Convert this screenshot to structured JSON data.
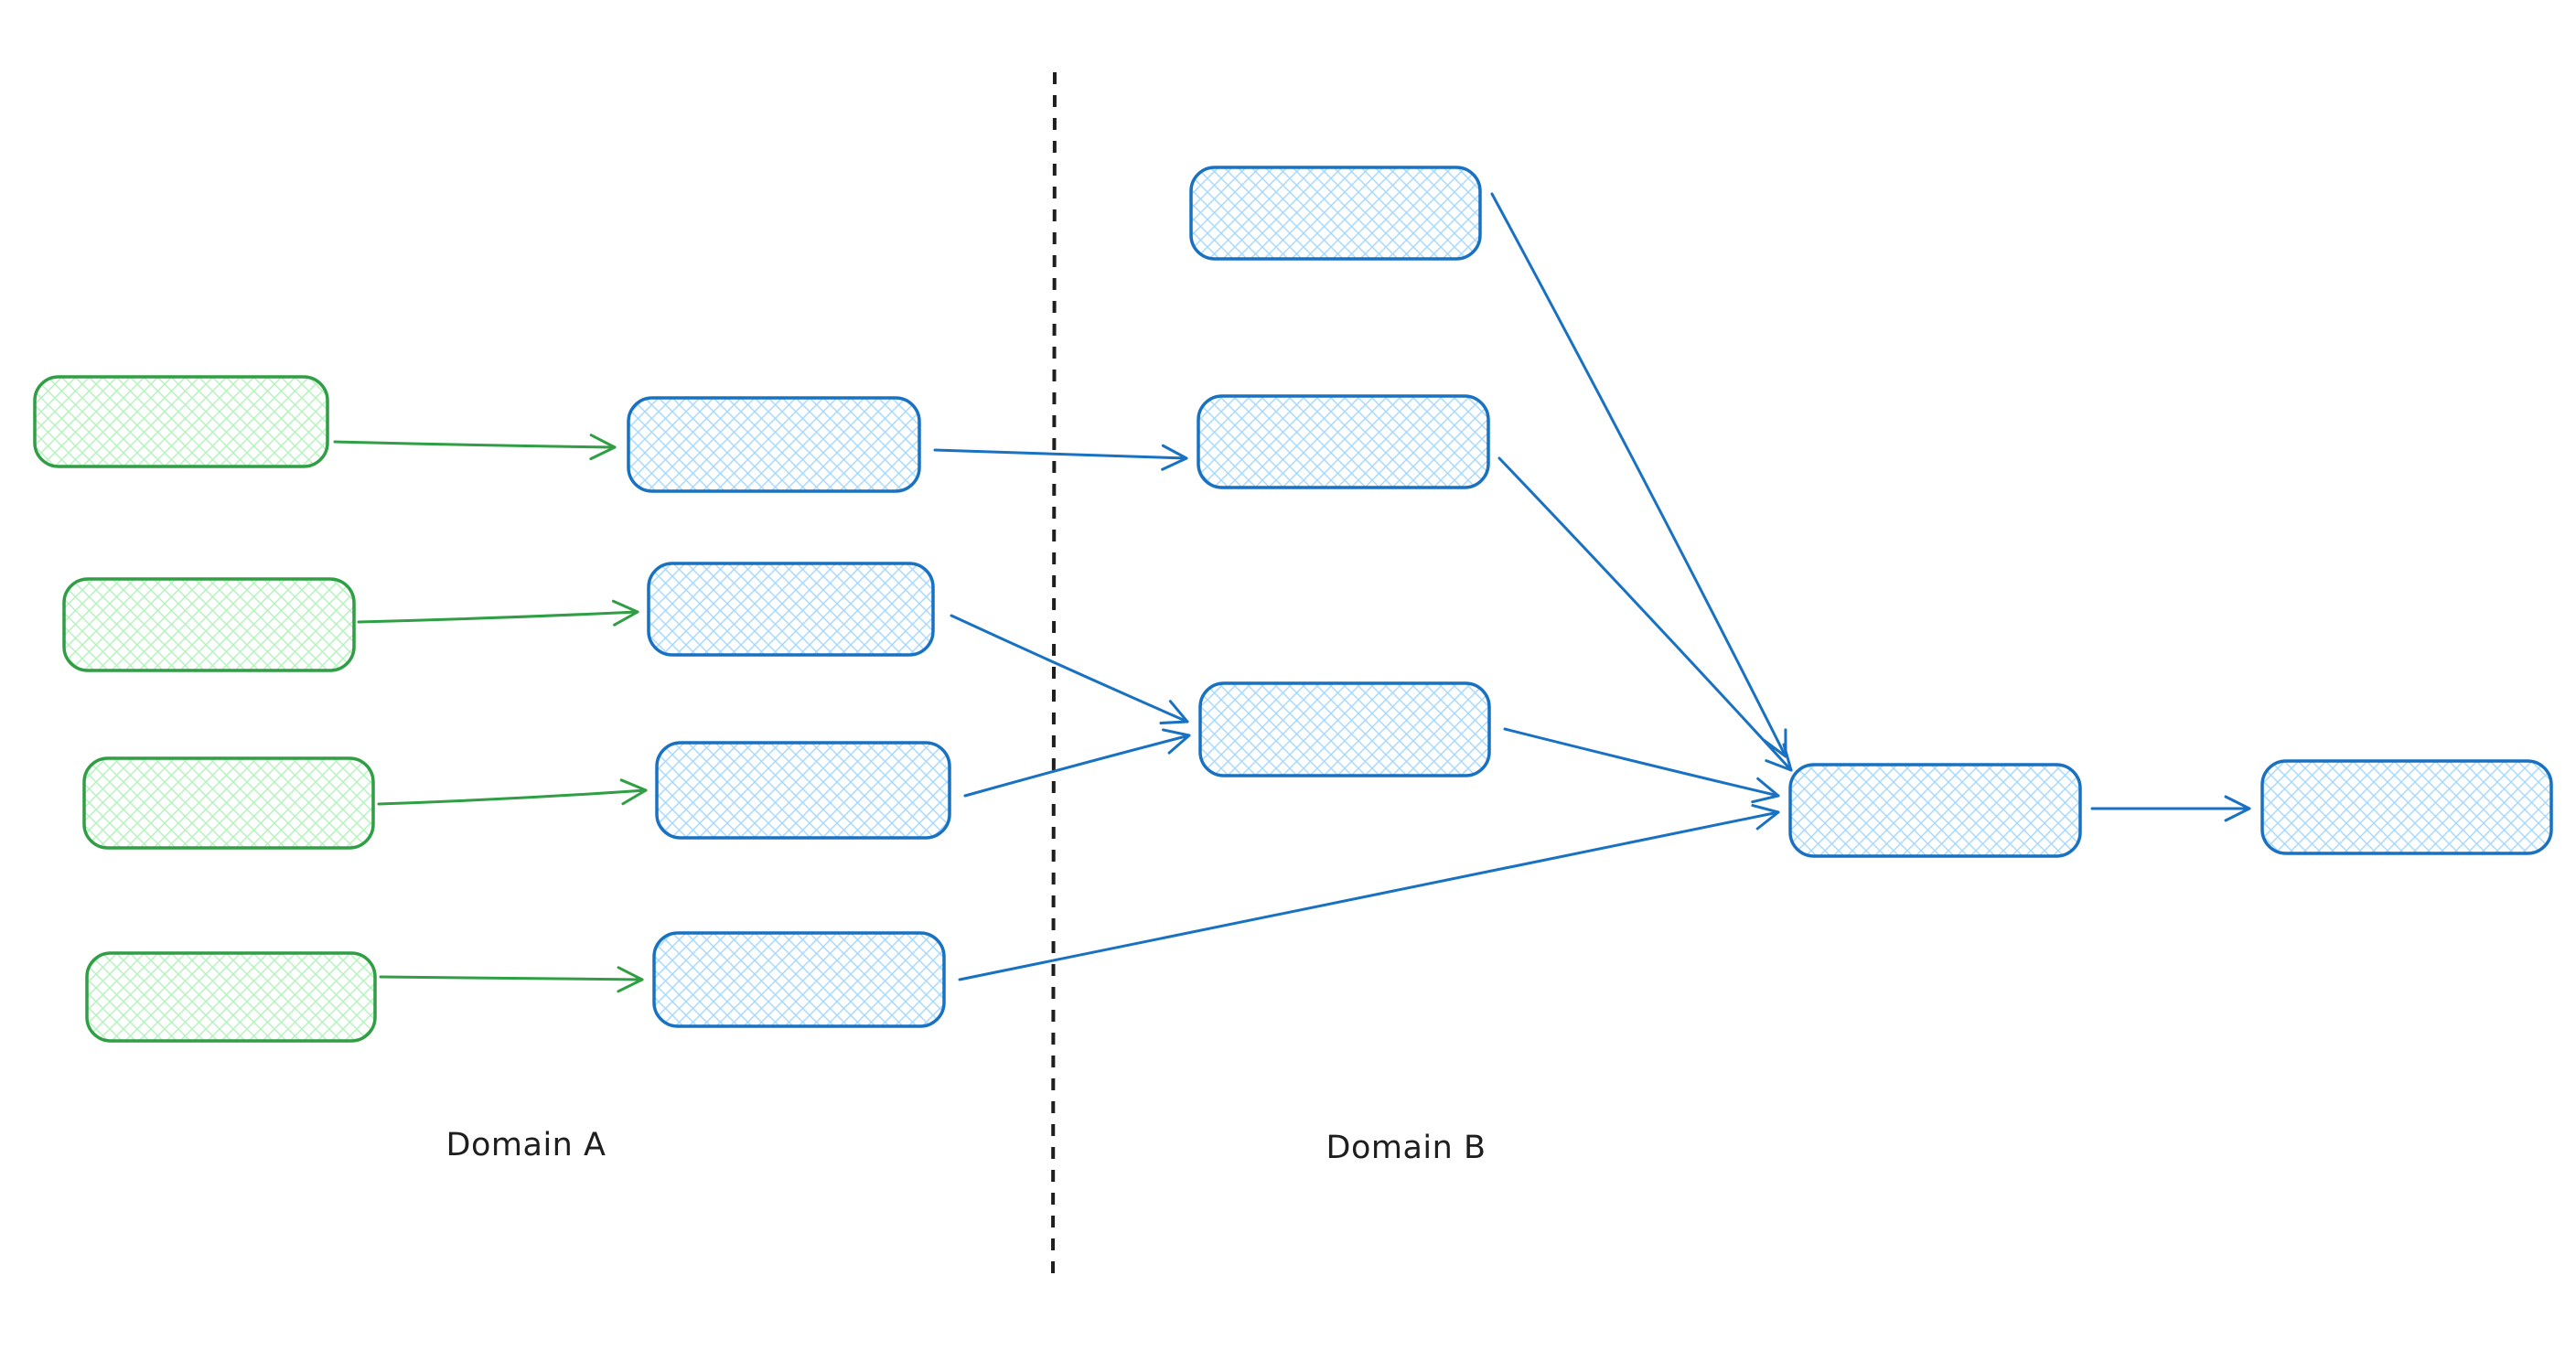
{
  "labels": {
    "domain_a": "Domain A",
    "domain_b": "Domain B"
  },
  "colors": {
    "green-stroke": "#2f9e44",
    "green-fill": "#b2f2bb",
    "blue-stroke": "#1971c2",
    "blue-fill": "#a5d8ff",
    "ink": "#1e1e1e",
    "background": "#ffffff"
  },
  "diagram": {
    "divider": {
      "style": "dashed-vertical",
      "separates": [
        "Domain A",
        "Domain B"
      ]
    },
    "nodes": [
      {
        "id": "green-1",
        "domain": "A",
        "color": "green",
        "text": ""
      },
      {
        "id": "green-2",
        "domain": "A",
        "color": "green",
        "text": ""
      },
      {
        "id": "green-3",
        "domain": "A",
        "color": "green",
        "text": ""
      },
      {
        "id": "green-4",
        "domain": "A",
        "color": "green",
        "text": ""
      },
      {
        "id": "blue-a1",
        "domain": "A",
        "color": "blue",
        "text": ""
      },
      {
        "id": "blue-a2",
        "domain": "A",
        "color": "blue",
        "text": ""
      },
      {
        "id": "blue-a3",
        "domain": "A",
        "color": "blue",
        "text": ""
      },
      {
        "id": "blue-a4",
        "domain": "A",
        "color": "blue",
        "text": ""
      },
      {
        "id": "blue-b1",
        "domain": "B",
        "color": "blue",
        "text": ""
      },
      {
        "id": "blue-b2",
        "domain": "B",
        "color": "blue",
        "text": ""
      },
      {
        "id": "blue-b3",
        "domain": "B",
        "color": "blue",
        "text": ""
      },
      {
        "id": "blue-merge",
        "domain": "B",
        "color": "blue",
        "text": ""
      },
      {
        "id": "blue-final",
        "domain": "B",
        "color": "blue",
        "text": ""
      }
    ],
    "edges": [
      {
        "from": "green-1",
        "to": "blue-a1",
        "color": "green"
      },
      {
        "from": "green-2",
        "to": "blue-a2",
        "color": "green"
      },
      {
        "from": "green-3",
        "to": "blue-a3",
        "color": "green"
      },
      {
        "from": "green-4",
        "to": "blue-a4",
        "color": "green"
      },
      {
        "from": "blue-a1",
        "to": "blue-b2",
        "color": "blue"
      },
      {
        "from": "blue-a2",
        "to": "blue-b3",
        "color": "blue"
      },
      {
        "from": "blue-a3",
        "to": "blue-b3",
        "color": "blue"
      },
      {
        "from": "blue-a4",
        "to": "blue-merge",
        "color": "blue"
      },
      {
        "from": "blue-b1",
        "to": "blue-merge",
        "color": "blue"
      },
      {
        "from": "blue-b2",
        "to": "blue-merge",
        "color": "blue"
      },
      {
        "from": "blue-b3",
        "to": "blue-merge",
        "color": "blue"
      },
      {
        "from": "blue-merge",
        "to": "blue-final",
        "color": "blue"
      }
    ]
  }
}
